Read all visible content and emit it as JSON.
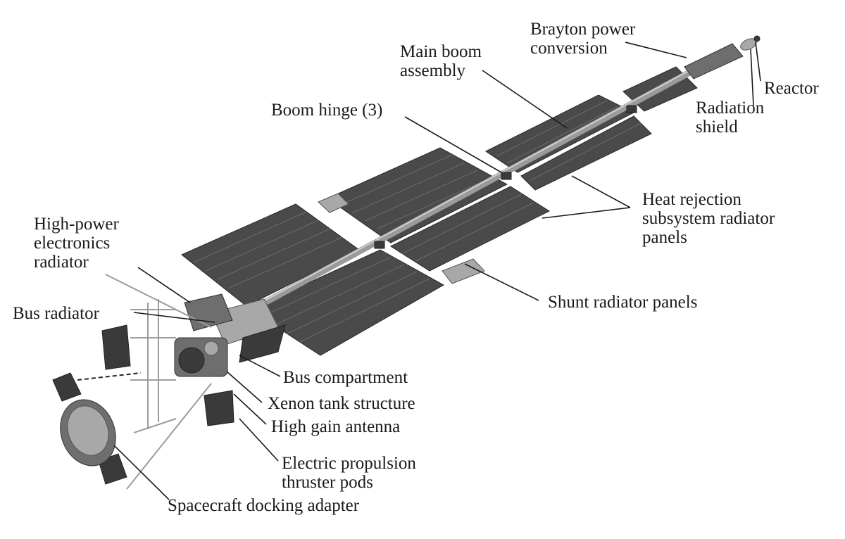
{
  "labels": {
    "brayton": [
      "Brayton power",
      "conversion"
    ],
    "main_boom": [
      "Main boom",
      "assembly"
    ],
    "reactor": "Reactor",
    "radiation_shield": [
      "Radiation",
      "shield"
    ],
    "boom_hinge": "Boom hinge (3)",
    "heat_rejection": [
      "Heat rejection",
      "subsystem radiator",
      "panels"
    ],
    "hp_electronics": [
      "High-power",
      "electronics",
      "radiator"
    ],
    "shunt": "Shunt radiator panels",
    "bus_radiator": "Bus radiator",
    "bus_compartment": "Bus compartment",
    "xenon": "Xenon tank structure",
    "high_gain": "High gain antenna",
    "electric_propulsion": [
      "Electric propulsion",
      "thruster pods"
    ],
    "docking": "Spacecraft docking adapter"
  },
  "colors": {
    "panel": "#4a4a4a",
    "boom": "#9a9a9a",
    "text": "#1a1a1a"
  }
}
